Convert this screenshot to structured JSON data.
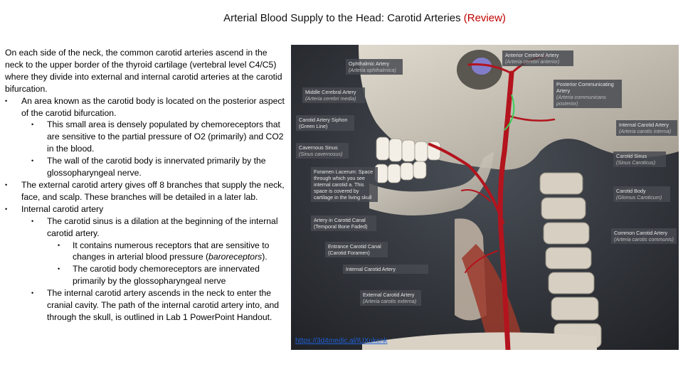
{
  "title": {
    "main": "Arterial Blood Supply to the Head: Carotid Arteries",
    "tag": "(Review)"
  },
  "body": {
    "intro": "On each side of the neck, the common carotid arteries ascend in the neck to the upper border of the thyroid cartilage (vertebral level C4/C5) where they divide into external and internal carotid arteries at the carotid bifurcation.",
    "b1": "An area known as the carotid body is located on the posterior aspect of the carotid bifurcation.",
    "b1_1": "This small area is densely populated by chemoreceptors that are sensitive to the partial pressure of O2 (primarily) and CO2 in the blood.",
    "b1_2": "The wall of the carotid body is innervated primarily by the glossopharyngeal nerve.",
    "b2": "The external carotid artery gives off 8 branches that supply the neck, face, and scalp. These branches will be detailed in a later lab.",
    "b3": "Internal carotid artery",
    "b3_1": "The carotid sinus is a dilation at the beginning of the internal carotid artery.",
    "b3_1_1a": "It contains numerous receptors that are sensitive to changes in arterial blood pressure (",
    "b3_1_1em": "baroreceptors",
    "b3_1_1b": ").",
    "b3_1_2": "The carotid body chemoreceptors are innervated primarily by the glossopharyngeal nerve",
    "b3_2": "The internal carotid artery ascends in the neck to enter the cranial cavity. The path of the internal carotid artery into, and through the skull, is outlined in Lab 1 PowerPoint Handout."
  },
  "figure": {
    "labels": {
      "ophthalmic": {
        "name": "Ophthalmic Artery",
        "latin": "(Arteria ophthalmica)"
      },
      "anterior_cerebral": {
        "name": "Anterior Cerebral Artery",
        "latin": "(Arteria cerebri anterior)"
      },
      "middle_cerebral": {
        "name": "Middle Cerebral Artery",
        "latin": "(Arteria cerebri media)"
      },
      "posterior_communicating": {
        "name": "Posterior Communicating Artery",
        "latin": "(Arteria communicans posterior)"
      },
      "siphon": {
        "name": "Carotid Artery Siphon (Green Line)"
      },
      "internal_carotid": {
        "name": "Internal Carotid Artery",
        "latin": "(Arteria carotis interna)"
      },
      "cavernous_sinus": {
        "name": "Cavernous Sinus",
        "latin": "(Sinus cavernosus)"
      },
      "carotid_sinus": {
        "name": "Carotid Sinus",
        "latin": "(Sinus Caroticus)"
      },
      "foramen_lacerum": {
        "name": "Foramen Lacerum: Space through which you see internal carotid a. This space is covered by cartilage in the living skull"
      },
      "carotid_body": {
        "name": "Carotid Body",
        "latin": "(Glomus Caroticum)"
      },
      "carotid_canal": {
        "name": "Artery in Carotid Canal (Temporal Bone Faded)"
      },
      "common_carotid": {
        "name": "Common Carotid Artery",
        "latin": "(Arteria carotis communis)"
      },
      "entrance_canal": {
        "name": "Entrance Carotid Canal (Carotid Foramen)"
      },
      "internal_carotid_low": {
        "name": "Internal Carotid Artery"
      },
      "external_carotid": {
        "name": "External Carotid Artery",
        "latin": "(Arteria carotis externa)"
      }
    },
    "link": "https://3d4medic.al/IUXukcnk"
  },
  "colors": {
    "review": "#c00000",
    "artery": "#b3141e",
    "link": "#1f5fd6"
  }
}
